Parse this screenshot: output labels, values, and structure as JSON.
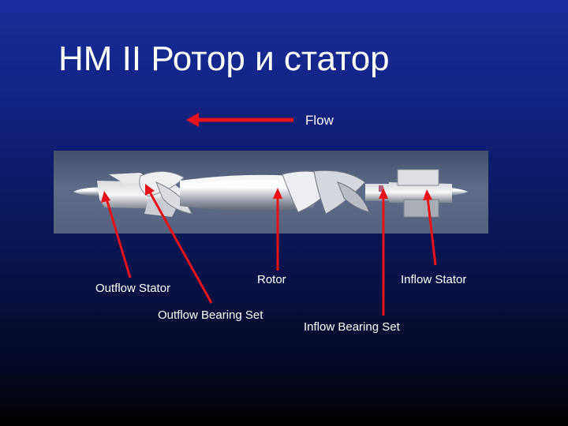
{
  "title": "HM II Ротор и статор",
  "flow": {
    "label": "Flow",
    "arrow_color": "#e8121a"
  },
  "labels": {
    "outflow_stator": "Outflow Stator",
    "rotor": "Rotor",
    "inflow_stator": "Inflow Stator",
    "outflow_bearing_set": "Outflow Bearing Set",
    "inflow_bearing_set": "Inflow Bearing Set"
  },
  "colors": {
    "pointer": "#e8121a",
    "text": "#ffffff",
    "background_top": "#1a2f9e",
    "background_bottom": "#000000"
  }
}
